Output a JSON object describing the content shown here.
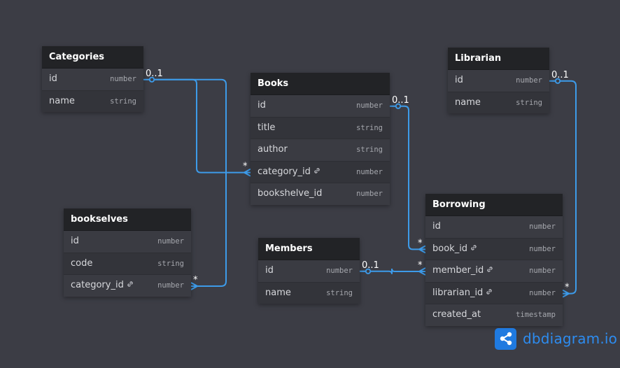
{
  "tables": [
    {
      "name": "Categories",
      "fields": [
        {
          "name": "id",
          "type": "number",
          "link": false
        },
        {
          "name": "name",
          "type": "string",
          "link": false
        }
      ]
    },
    {
      "name": "Books",
      "fields": [
        {
          "name": "id",
          "type": "number",
          "link": false
        },
        {
          "name": "title",
          "type": "string",
          "link": false
        },
        {
          "name": "author",
          "type": "string",
          "link": false
        },
        {
          "name": "category_id",
          "type": "number",
          "link": true
        },
        {
          "name": "bookshelve_id",
          "type": "number",
          "link": false
        }
      ]
    },
    {
      "name": "Librarian",
      "fields": [
        {
          "name": "id",
          "type": "number",
          "link": false
        },
        {
          "name": "name",
          "type": "string",
          "link": false
        }
      ]
    },
    {
      "name": "bookselves",
      "fields": [
        {
          "name": "id",
          "type": "number",
          "link": false
        },
        {
          "name": "code",
          "type": "string",
          "link": false
        },
        {
          "name": "category_id",
          "type": "number",
          "link": true
        }
      ]
    },
    {
      "name": "Members",
      "fields": [
        {
          "name": "id",
          "type": "number",
          "link": false
        },
        {
          "name": "name",
          "type": "string",
          "link": false
        }
      ]
    },
    {
      "name": "Borrowing",
      "fields": [
        {
          "name": "id",
          "type": "number",
          "link": false
        },
        {
          "name": "book_id",
          "type": "number",
          "link": true
        },
        {
          "name": "member_id",
          "type": "number",
          "link": true
        },
        {
          "name": "librarian_id",
          "type": "number",
          "link": true
        },
        {
          "name": "created_at",
          "type": "timestamp",
          "link": false
        }
      ]
    }
  ],
  "relations": [
    {
      "from_table": "Categories",
      "from_field": "id",
      "to_table": "Books",
      "to_field": "category_id",
      "from_label": "0..1",
      "to_label": "*"
    },
    {
      "from_table": "Categories",
      "from_field": "id",
      "to_table": "bookselves",
      "to_field": "category_id",
      "from_label": "",
      "to_label": "*"
    },
    {
      "from_table": "Books",
      "from_field": "id",
      "to_table": "Borrowing",
      "to_field": "book_id",
      "from_label": "0..1",
      "to_label": "*"
    },
    {
      "from_table": "Members",
      "from_field": "id",
      "to_table": "Borrowing",
      "to_field": "member_id",
      "from_label": "0..1",
      "to_label": "*"
    },
    {
      "from_table": "Librarian",
      "from_field": "id",
      "to_table": "Borrowing",
      "to_field": "librarian_id",
      "from_label": "0..1",
      "to_label": "*"
    }
  ],
  "colors": {
    "relation_line": "#3d9be9",
    "brand": "#2d8cf0",
    "logo_bg": "#1f7ae0"
  },
  "link_icon": "link-icon",
  "brand": {
    "name": "dbdiagram",
    "suffix": ".io"
  }
}
